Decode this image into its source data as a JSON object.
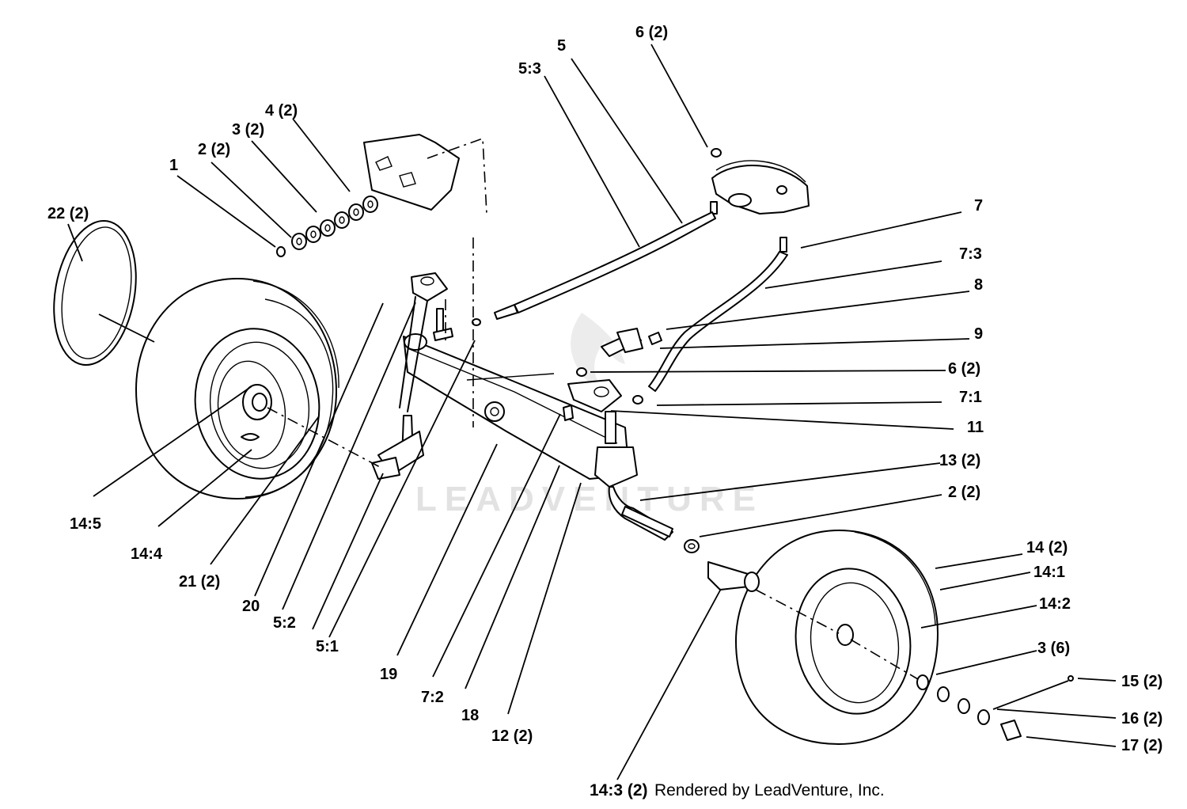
{
  "diagram": {
    "watermark": "LEADVENTURE",
    "footer": {
      "part_label": "14:3 (2)",
      "credit": "Rendered by LeadVenture, Inc."
    },
    "callouts": [
      {
        "id": "1",
        "text": "1"
      },
      {
        "id": "2-top",
        "text": "2 (2)"
      },
      {
        "id": "3-top",
        "text": "3 (2)"
      },
      {
        "id": "4",
        "text": "4 (2)"
      },
      {
        "id": "22",
        "text": "22 (2)"
      },
      {
        "id": "5-3",
        "text": "5:3"
      },
      {
        "id": "5",
        "text": "5"
      },
      {
        "id": "6-top",
        "text": "6 (2)"
      },
      {
        "id": "7",
        "text": "7"
      },
      {
        "id": "7-3",
        "text": "7:3"
      },
      {
        "id": "8",
        "text": "8"
      },
      {
        "id": "9",
        "text": "9"
      },
      {
        "id": "6-mid",
        "text": "6 (2)"
      },
      {
        "id": "7-1",
        "text": "7:1"
      },
      {
        "id": "11",
        "text": "11"
      },
      {
        "id": "13",
        "text": "13 (2)"
      },
      {
        "id": "2-mid",
        "text": "2 (2)"
      },
      {
        "id": "14",
        "text": "14 (2)"
      },
      {
        "id": "14-1",
        "text": "14:1"
      },
      {
        "id": "14-2",
        "text": "14:2"
      },
      {
        "id": "3-bot",
        "text": "3 (6)"
      },
      {
        "id": "15",
        "text": "15 (2)"
      },
      {
        "id": "16",
        "text": "16 (2)"
      },
      {
        "id": "17",
        "text": "17 (2)"
      },
      {
        "id": "14-5",
        "text": "14:5"
      },
      {
        "id": "14-4",
        "text": "14:4"
      },
      {
        "id": "21",
        "text": "21 (2)"
      },
      {
        "id": "20",
        "text": "20"
      },
      {
        "id": "5-2",
        "text": "5:2"
      },
      {
        "id": "5-1",
        "text": "5:1"
      },
      {
        "id": "19",
        "text": "19"
      },
      {
        "id": "7-2",
        "text": "7:2"
      },
      {
        "id": "18",
        "text": "18"
      },
      {
        "id": "12",
        "text": "12 (2)"
      }
    ]
  }
}
